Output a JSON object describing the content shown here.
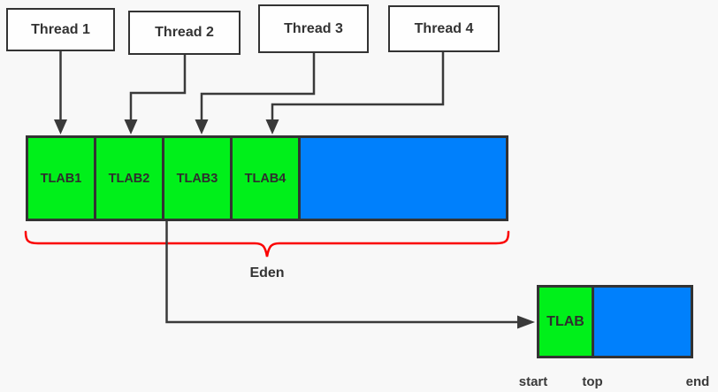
{
  "threads": [
    {
      "label": "Thread 1"
    },
    {
      "label": "Thread 2"
    },
    {
      "label": "Thread 3"
    },
    {
      "label": "Thread 4"
    }
  ],
  "eden_bar": {
    "tlabs": [
      "TLAB1",
      "TLAB2",
      "TLAB3",
      "TLAB4"
    ],
    "brace_label": "Eden"
  },
  "tlab_detail": {
    "label": "TLAB",
    "pointer_labels": [
      "start",
      "top",
      "end"
    ]
  },
  "colors": {
    "tlab_green": "#00F01A",
    "eden_free_blue": "#0080FC",
    "brace_red": "#FB0000",
    "line_dark": "#333333",
    "background": "#F8F8F8"
  }
}
